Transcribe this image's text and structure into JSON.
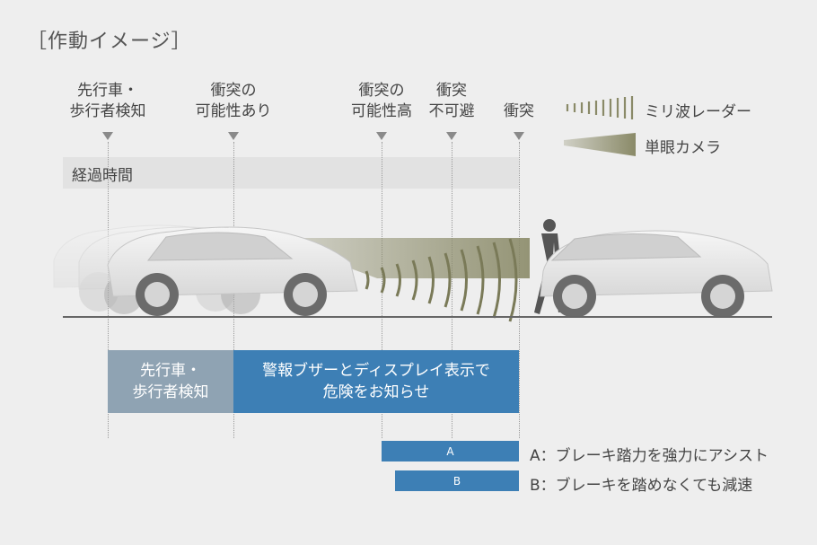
{
  "title": "［作動イメージ］",
  "timeline": {
    "events": [
      {
        "label": "先行車・\n歩行者検知"
      },
      {
        "label": "衝突の\n可能性あり"
      },
      {
        "label": "衝突の\n可能性高"
      },
      {
        "label": "衝突\n不可避"
      },
      {
        "label": "衝突"
      }
    ],
    "time_label": "経過時間"
  },
  "legend": {
    "radar": "ミリ波レーダー",
    "camera": "単眼カメラ"
  },
  "phases": {
    "detect": "先行車・\n歩行者検知",
    "warn": "警報ブザーとディスプレイ表示で\n危険をお知らせ"
  },
  "brakes": {
    "a_marker": "A",
    "b_marker": "B",
    "a_desc": "A：ブレーキ踏力を強力にアシスト",
    "b_desc": "B：ブレーキを踏めなくても減速"
  },
  "colors": {
    "detect_box": "#8fa3b3",
    "warn_box": "#3d7fb5",
    "brake_box": "#3d7fb5",
    "radar": "#8a8a68",
    "camera": "#8a8a68"
  }
}
